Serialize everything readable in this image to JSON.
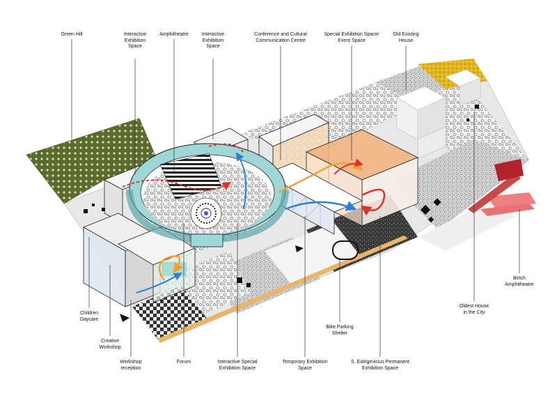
{
  "labels": {
    "green_hill": "Green Hill",
    "interactive_exhibition_space_1": "Interactive\nExhibition\nSpace",
    "amphitheatre": "Amphitheatre",
    "interactive_exhibition_space_2": "Interactive\nExhibition\nSpace",
    "conference_centre": "Conference and Cultural\nCommunication Centre",
    "special_exhibition_space": "Special Exhibition Space/\nEvent Space",
    "old_existing_house": "Old Existing\nHouse",
    "children_daycare": "Children\nDaycare",
    "creative_workshop": "Creative\nWorkshop",
    "workshop_reception": "Workshop\nreception",
    "forum": "Forum",
    "interactive_special_exhibition_space": "Interactive Special\nExhibition Space",
    "temporary_exhibition_space": "Temporary Exhibition\nSpace",
    "bike_parking_shelter": "Bike Parking\nShelter",
    "permanent_exhibition_space": "S. Eidrigevicius Permanent\nExhibition Space",
    "oldest_house": "Oldest House\nin the City",
    "birtch_amphitheatre": "Birtch\nAmphitheatre"
  },
  "colors": {
    "green_hill": "#5b6b2a",
    "orange_path": "#f0a13a",
    "red_path": "#e0322b",
    "blue_path": "#2f7fd8",
    "teal_ring": "#7fc3c6",
    "pink_slope": "#f08080",
    "wood": "#e9b56a",
    "yellow_gravel": "#e2b522"
  }
}
